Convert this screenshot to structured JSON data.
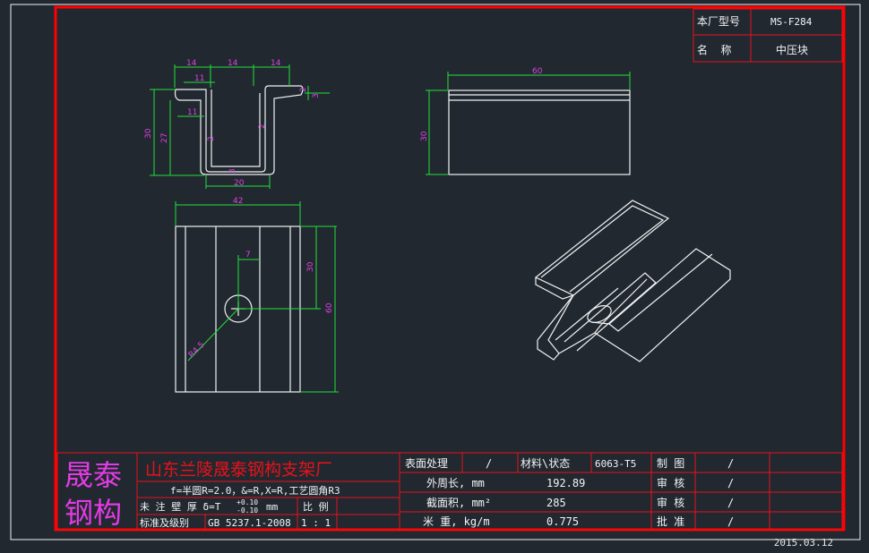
{
  "header": {
    "model_label": "本厂型号",
    "model_value": "MS-F284",
    "name_label": "名  称",
    "name_value": "中压块"
  },
  "dimensions": {
    "section": [
      "14",
      "14",
      "14",
      "11",
      "11",
      "30",
      "27",
      "2",
      "2",
      "3",
      "3",
      "2",
      "20"
    ],
    "side_width": "60",
    "side_height": "30",
    "top_width": "42",
    "top_height": "60",
    "top_inner": "30",
    "top_offset": "7",
    "hole_radius": "R4.5"
  },
  "title_block": {
    "logo_line1": "晟泰",
    "logo_line2": "钢构",
    "company": "山东兰陵晟泰钢构支架厂",
    "note": "f=半圆R=2.0，&=R,X=R,工艺圆角R3",
    "wall_label": "未 注 壁 厚 δ=T",
    "tol_plus": "+0.10",
    "tol_minus": "-0.10",
    "wall_unit": "mm",
    "scale_label": "比 例",
    "std_label": "标准及级别",
    "std_value": "GB 5237.1-2008",
    "scale_value": "1 : 1",
    "surface_label": "表面处理",
    "surface_value": "/",
    "material_label": "材料\\状态",
    "material_value": "6063-T5",
    "perimeter_label": "外周长, mm",
    "perimeter_value": "192.89",
    "area_label": "截面积, mm²",
    "area_value": "285",
    "weight_label": "米 重, kg/m",
    "weight_value": "0.775",
    "draw_label": "制 图",
    "draw_value": "/",
    "check1_label": "审 核",
    "check1_value": "/",
    "check2_label": "审 核",
    "check2_value": "/",
    "approve_label": "批 准",
    "approve_value": "/"
  },
  "date": "2015.03.12"
}
